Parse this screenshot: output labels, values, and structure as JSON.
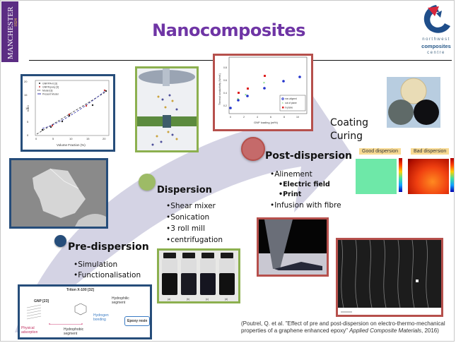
{
  "slide": {
    "title": "Nanocomposites",
    "logos": {
      "left": {
        "name": "MANCHESTER",
        "year": "1824"
      },
      "right": {
        "line1": "northwest",
        "line2": "composites",
        "line3": "centre"
      }
    },
    "colors": {
      "title": "#6f35a5",
      "manchester_purple": "#5b2d83",
      "pre_dispersion": "#264d7a",
      "dispersion": "#8cb04f",
      "post_dispersion": "#b6504c",
      "arrow": "#d4d3e4"
    },
    "stages": [
      {
        "title": "Pre-dispersion",
        "bullets": [
          "•Simulation",
          "•Functionalisation"
        ]
      },
      {
        "title": "Dispersion",
        "bullets": [
          "•Shear mixer",
          "•Sonication",
          "•3 roll mill",
          "•centrifugation"
        ]
      },
      {
        "title": "Post-dispersion",
        "bullets": [
          "•Alinement",
          "•Electric field",
          "•Print",
          "•Infusion with fibre"
        ]
      },
      {
        "title_line1": "Coating",
        "title_line2": "Curing"
      }
    ],
    "figures": {
      "model_chart": {
        "legend": [
          "GNP/PA-6 [3]",
          "GNP/Epoxy [3]",
          "Model [3]",
          "Present Model"
        ],
        "xlabel": "Volume Fraction (%)",
        "ylabel": "K/K0",
        "xticks": [
          "0",
          "5",
          "10",
          "15",
          "20"
        ],
        "yticks": [
          "0",
          "5",
          "10",
          "15",
          "20"
        ]
      },
      "thermal_chart": {
        "ylabel": "Thermal conductivity (W/mK)",
        "xlabel": "GNP loading (wt%)",
        "legend": [
          "non-aligned",
          "out of plane",
          "in plane"
        ],
        "yticks": [
          "0.2",
          "0.4",
          "0.6",
          "0.8"
        ],
        "xticks": [
          "0",
          "2",
          "4",
          "6",
          "8",
          "10"
        ]
      },
      "dispersion_maps": {
        "good_label": "Good dispersion",
        "bad_label": "Bad dispersion"
      },
      "triton": {
        "title": "Triton X-100 [32]",
        "gnp": "GNP [23]",
        "hydrophilic": "Hydrophilic segment",
        "hydrophobic": "Hydrophobic segment",
        "hydrogen": "Hydrogen bonding",
        "physical": "Physical adsorption",
        "epoxy": "Epoxy resin"
      },
      "vials_labels": [
        "(a)",
        "(b)",
        "(c)",
        "(d)"
      ]
    },
    "citation": {
      "text": "(Poutrel, Q. et al. \"Effect of pre and post-dispersion on electro-thermo-mechanical properties of a graphene enhanced epoxy\" ",
      "journal": "Applied Composite Materials",
      "year": ", 2016)"
    }
  }
}
